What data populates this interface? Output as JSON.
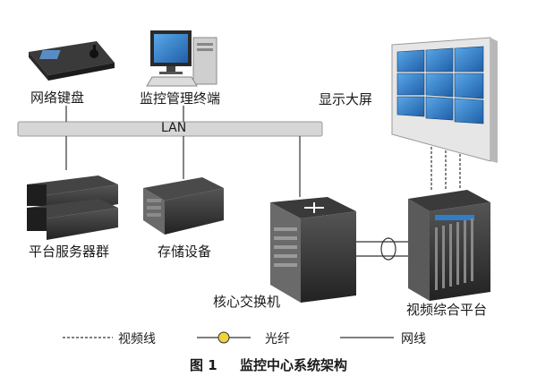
{
  "diagram": {
    "bus_label": "LAN",
    "nodes": {
      "keyboard": "网络键盘",
      "mgmt_terminal": "监控管理终端",
      "display_wall": "显示大屏",
      "server_group": "平台服务器群",
      "storage": "存储设备",
      "core_switch": "核心交换机",
      "video_platform": "视频综合平台"
    },
    "legend": {
      "video_line": "视频线",
      "fiber": "光纤",
      "network_line": "网线"
    },
    "caption": {
      "number": "图 1",
      "title": "监控中心系统架构"
    }
  },
  "colors": {
    "lan_bar": "#d6d6d6",
    "screen_blue": "#2f7fc8",
    "device_dark": "#2b2b2b",
    "line": "#333333"
  }
}
